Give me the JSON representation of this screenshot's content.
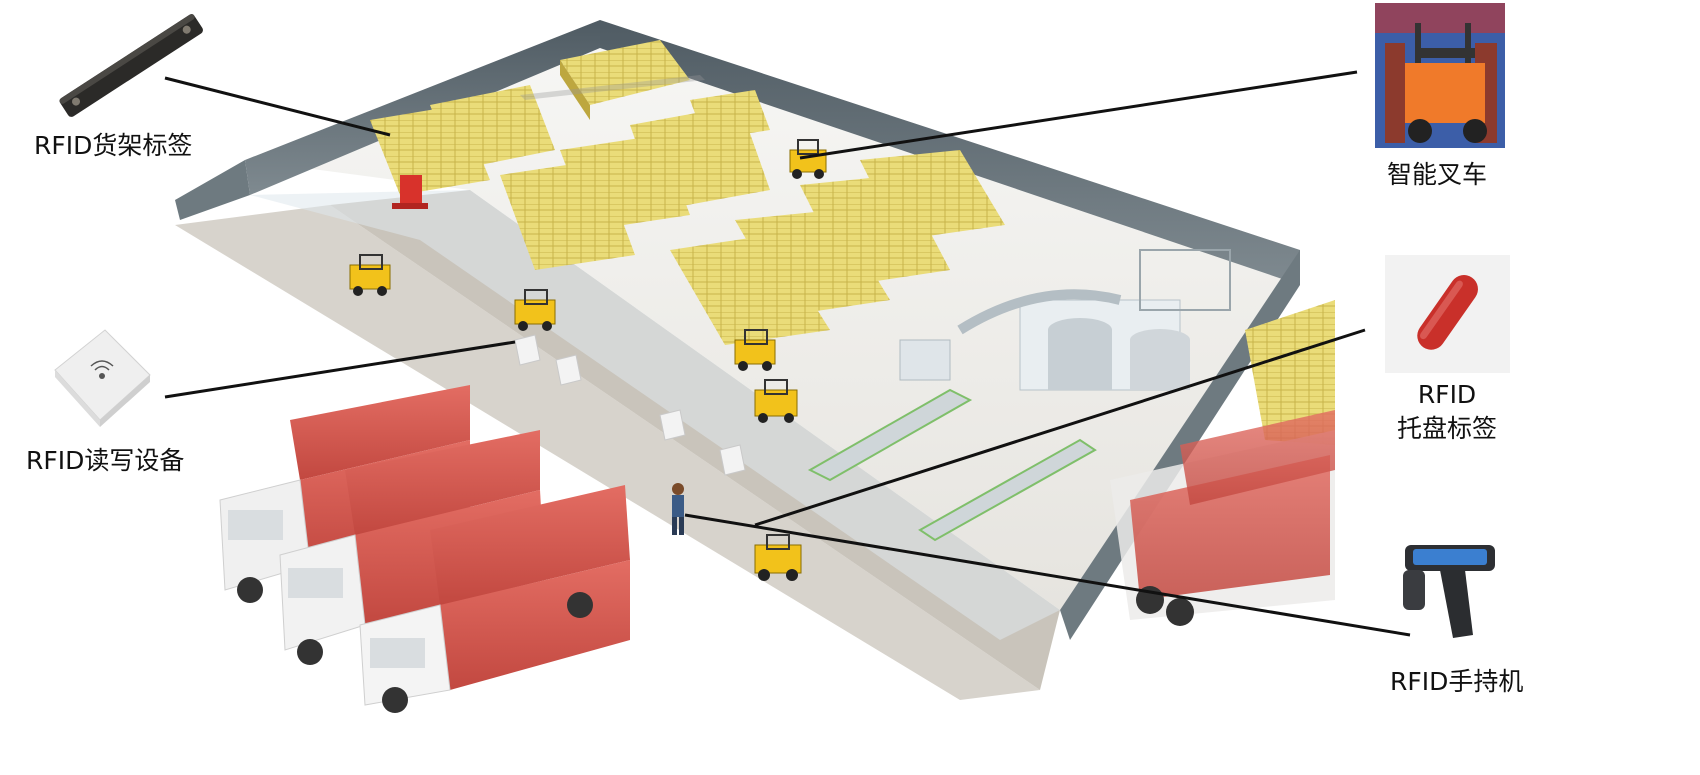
{
  "labels": {
    "shelf_tag": "RFID货架标签",
    "reader": "RFID读写设备",
    "forklift": "智能叉车",
    "pallet_tag_line1": "RFID",
    "pallet_tag_line2": "托盘标签",
    "handheld": "RFID手持机"
  },
  "colors": {
    "box_yellow": "#e6d66a",
    "truck_red": "#d9584f",
    "floor": "#f2f2f0",
    "wall": "#5f6b73",
    "forklift_yellow": "#f2c21b",
    "leader_line": "#111111"
  },
  "icons": {
    "shelf_tag_photo": "black-bar-tag",
    "reader_photo": "square-antenna-reader",
    "forklift_photo": "orange-forklift",
    "pallet_tag_photo": "red-capsule-tag",
    "handheld_photo": "gun-grip-scanner"
  }
}
